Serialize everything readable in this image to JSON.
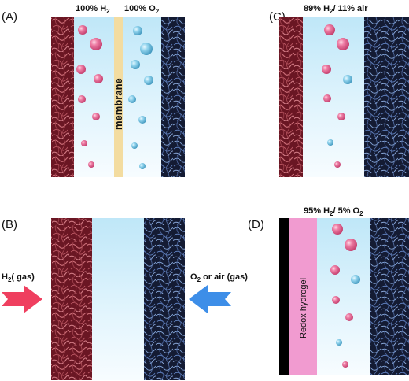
{
  "panels": {
    "A": {
      "label": "(A)",
      "gas_left": "100% H",
      "gas_left_sub": "2",
      "gas_right": "100% O",
      "gas_right_sub": "2",
      "membrane": "membrane"
    },
    "B": {
      "label": "(B)",
      "left_gas": "H",
      "left_gas_sub": "2",
      "left_gas_suffix": "( gas)",
      "right_gas": "O",
      "right_gas_sub": "2",
      "right_gas_suffix": " or air (gas)"
    },
    "C": {
      "label": "(C)",
      "gas": "89% H",
      "gas_sub": "2",
      "gas_suffix": "/ 11% air"
    },
    "D": {
      "label": "(D)",
      "gas": "95% H",
      "gas_sub": "2",
      "gas_mid": "/ 5% O",
      "gas_sub2": "2",
      "hydrogel": "Redox hydrogel"
    }
  },
  "colors": {
    "anode": "#7a1f2c",
    "cathode": "#1b2440",
    "electrolyte_top": "#c9ecfa",
    "electrolyte_bottom": "#f4fbff",
    "membrane": "#f3dca0",
    "h2_bubble": "#e0608d",
    "o2_bubble": "#6fc0e0",
    "h2_arrow": "#ef3f5f",
    "o2_arrow": "#3d8ee8",
    "hydrogel": "#f19bd0",
    "black_electrode": "#000000"
  },
  "icons": [
    "h2-arrow-icon",
    "o2-arrow-icon"
  ]
}
